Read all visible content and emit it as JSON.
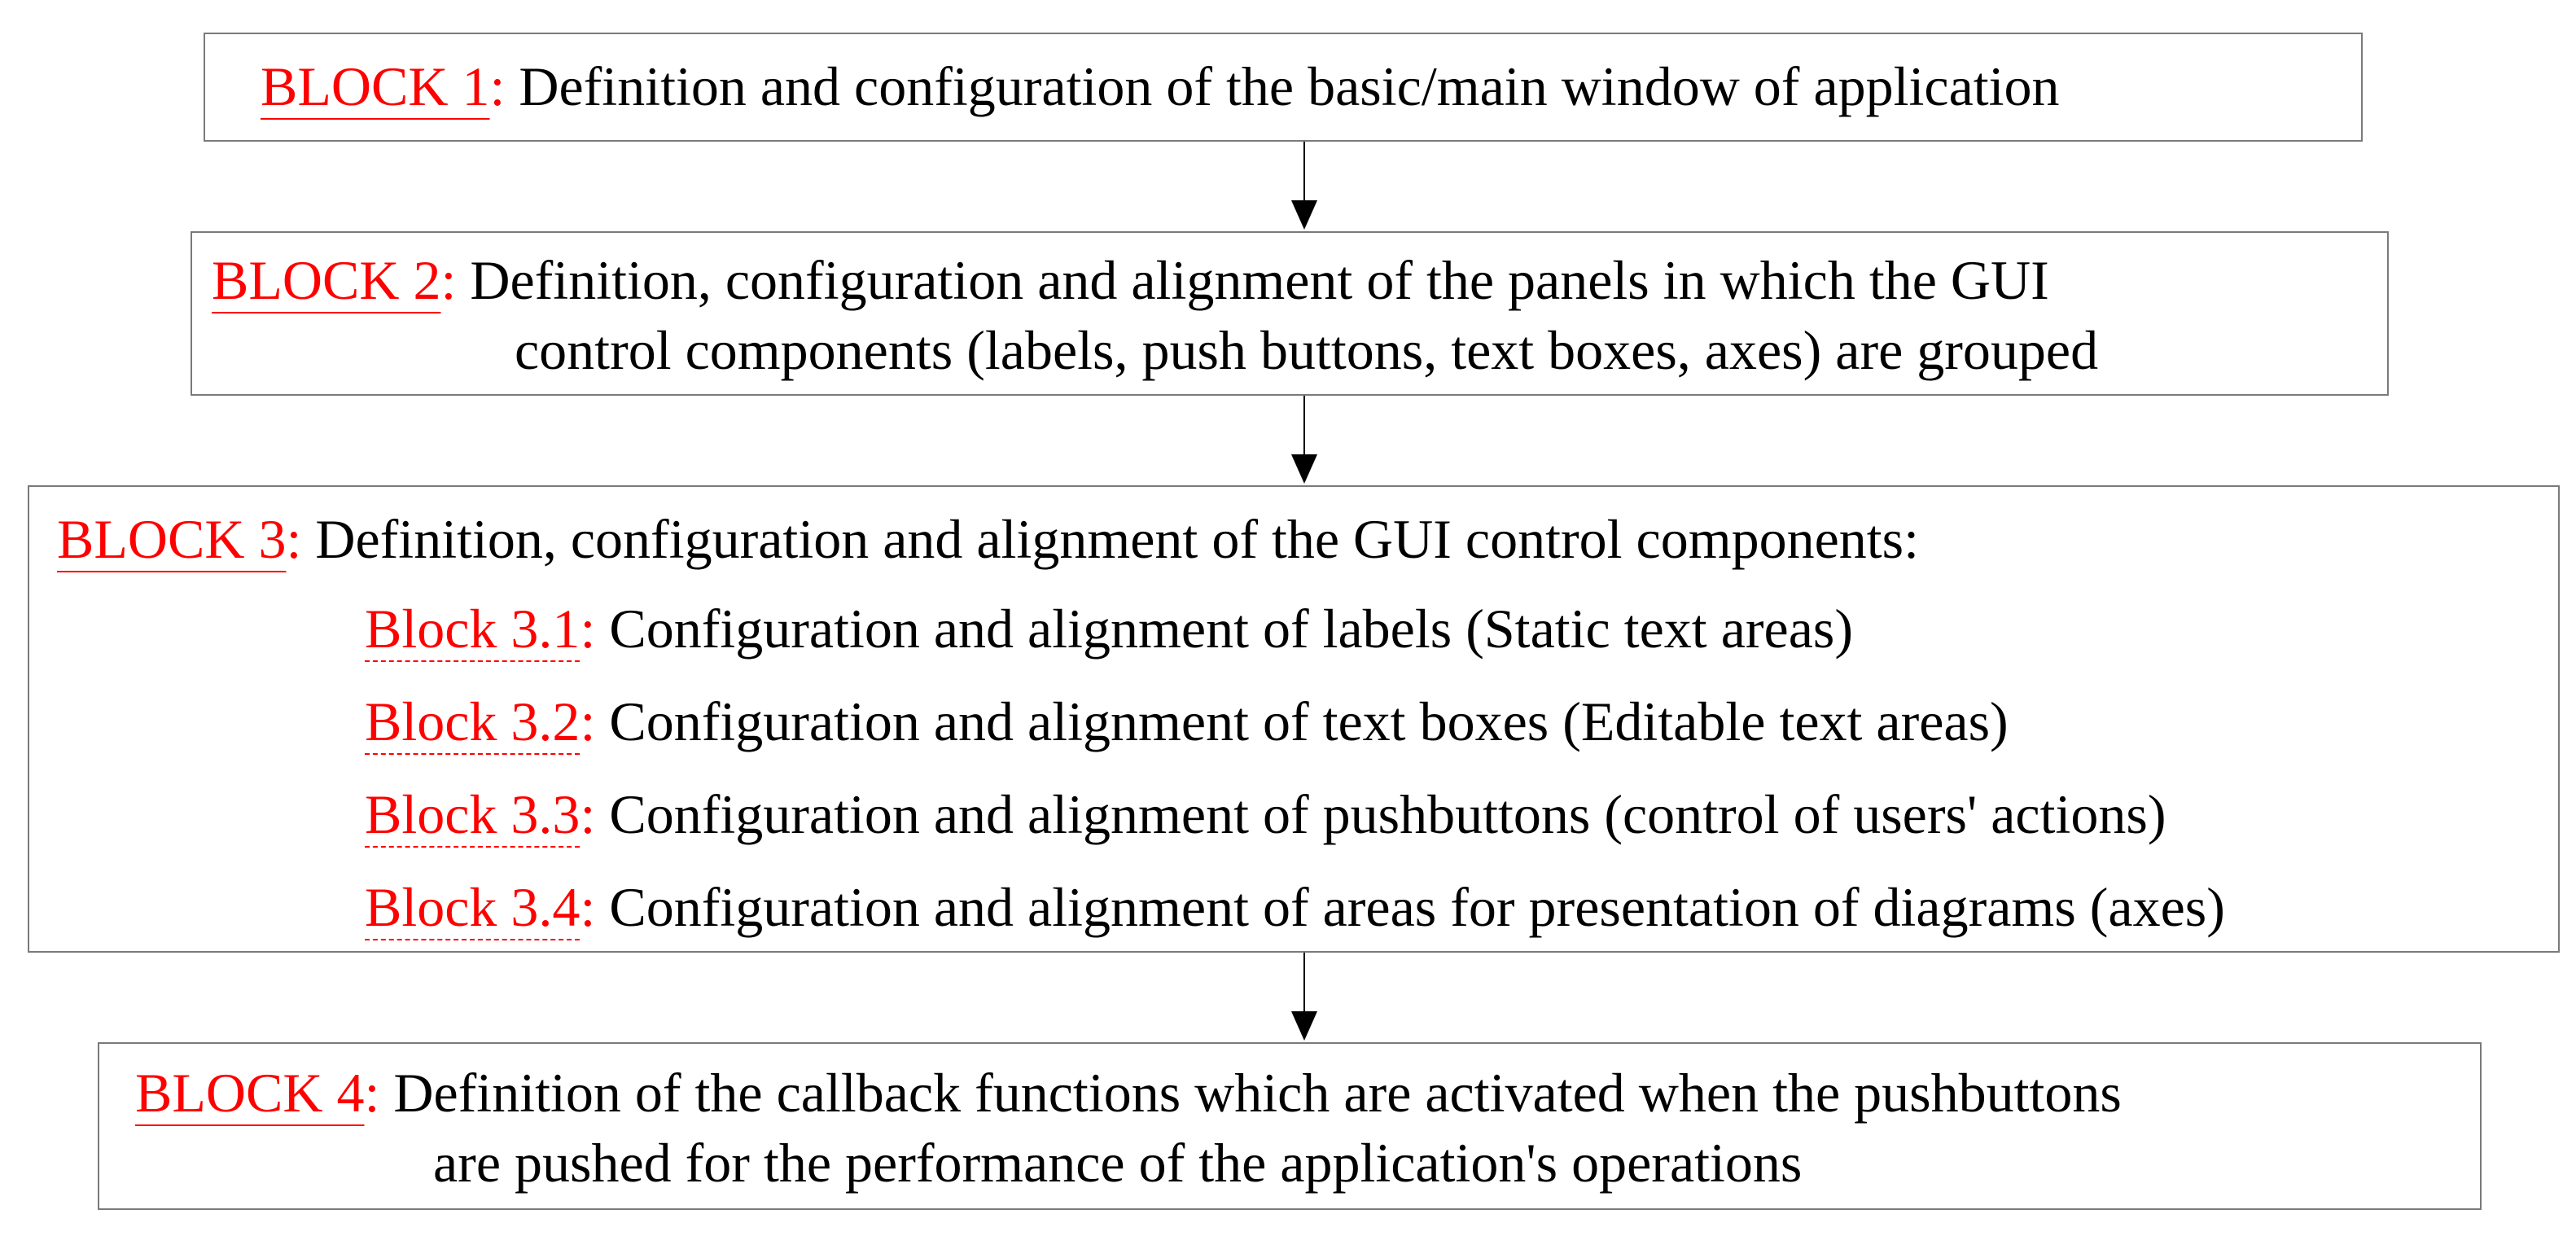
{
  "accent_color": "#ff0000",
  "blocks": [
    {
      "label": "BLOCK 1",
      "lines": [
        "Definition and configuration of the basic/main window of application"
      ]
    },
    {
      "label": "BLOCK 2",
      "lines": [
        "Definition, configuration and alignment of the panels in which the GUI",
        "control components (labels, push buttons, text boxes, axes) are grouped"
      ]
    },
    {
      "label": "BLOCK 3",
      "lines": [
        "Definition, configuration and alignment of the GUI control components:"
      ],
      "subblocks": [
        {
          "label": "Block 3.1",
          "text": "Configuration and alignment of labels (Static text areas)"
        },
        {
          "label": "Block 3.2",
          "text": "Configuration and alignment of text boxes (Editable text areas)"
        },
        {
          "label": "Block 3.3",
          "text": "Configuration and alignment of pushbuttons (control of users' actions)"
        },
        {
          "label": "Block 3.4",
          "text": "Configuration and alignment of areas for presentation of diagrams (axes)"
        }
      ]
    },
    {
      "label": "BLOCK 4",
      "lines": [
        "Definition of the callback functions which are activated when the pushbuttons",
        "are pushed for the performance of the application's operations"
      ]
    }
  ]
}
